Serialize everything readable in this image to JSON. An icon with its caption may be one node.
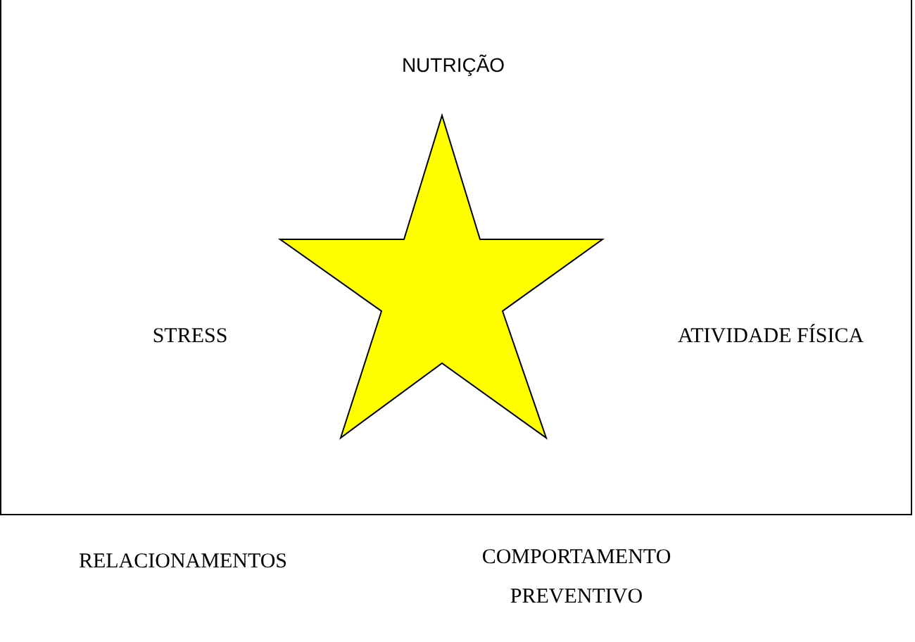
{
  "diagram": {
    "labels": [
      "NUTRIÇÃO",
      "STRESS",
      "ATIVIDADE FÍSICA",
      "RELACIONAMENTOS",
      "COMPORTAMENTO PREVENTIVO"
    ]
  }
}
